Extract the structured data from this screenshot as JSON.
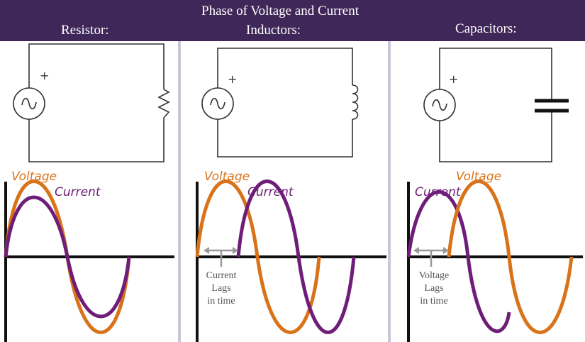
{
  "header": {
    "title": "Phase of Voltage and Current",
    "resistor_label": "Resistor:",
    "inductor_label": "Inductors:",
    "capacitor_label": "Capacitors:"
  },
  "colors": {
    "header_bg": "#3f2859",
    "voltage": "#d9731a",
    "current": "#6e1d78",
    "divider": "#c9c6d8"
  },
  "panels": [
    {
      "component": "resistor-symbol",
      "source_polarity": "+",
      "voltage_label": "Voltage",
      "current_label": "Current"
    },
    {
      "component": "inductor-symbol",
      "source_polarity": "+",
      "voltage_label": "Voltage",
      "current_label": "Current",
      "note": [
        "Current",
        "Lags",
        "in time"
      ]
    },
    {
      "component": "capacitor-symbol",
      "source_polarity": "+",
      "voltage_label": "Voltage",
      "current_label": "Current",
      "note": [
        "Voltage",
        "Lags",
        "in time"
      ]
    }
  ]
}
